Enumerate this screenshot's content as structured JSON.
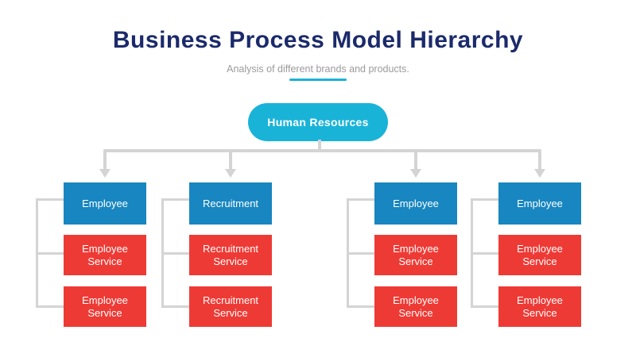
{
  "slide": {
    "title": "Business Process Model Hierarchy",
    "subtitle": "Analysis of different brands and products."
  },
  "hierarchy": {
    "root": "Human Resources",
    "columns": [
      {
        "header": "Employee",
        "children": [
          "Employee Service",
          "Employee Service"
        ]
      },
      {
        "header": "Recruitment",
        "children": [
          "Recruitment Service",
          "Recruitment Service"
        ]
      },
      {
        "header": "Employee",
        "children": [
          "Employee Service",
          "Employee Service"
        ]
      },
      {
        "header": "Employee",
        "children": [
          "Employee Service",
          "Employee Service"
        ]
      }
    ]
  },
  "colors": {
    "title_navy": "#1b2a6b",
    "subtitle_gray": "#9b9b9b",
    "accent_cyan": "#1ab3d8",
    "node_blue": "#1886c0",
    "node_red": "#ee3a35",
    "connector_gray": "#d4d4d4"
  }
}
